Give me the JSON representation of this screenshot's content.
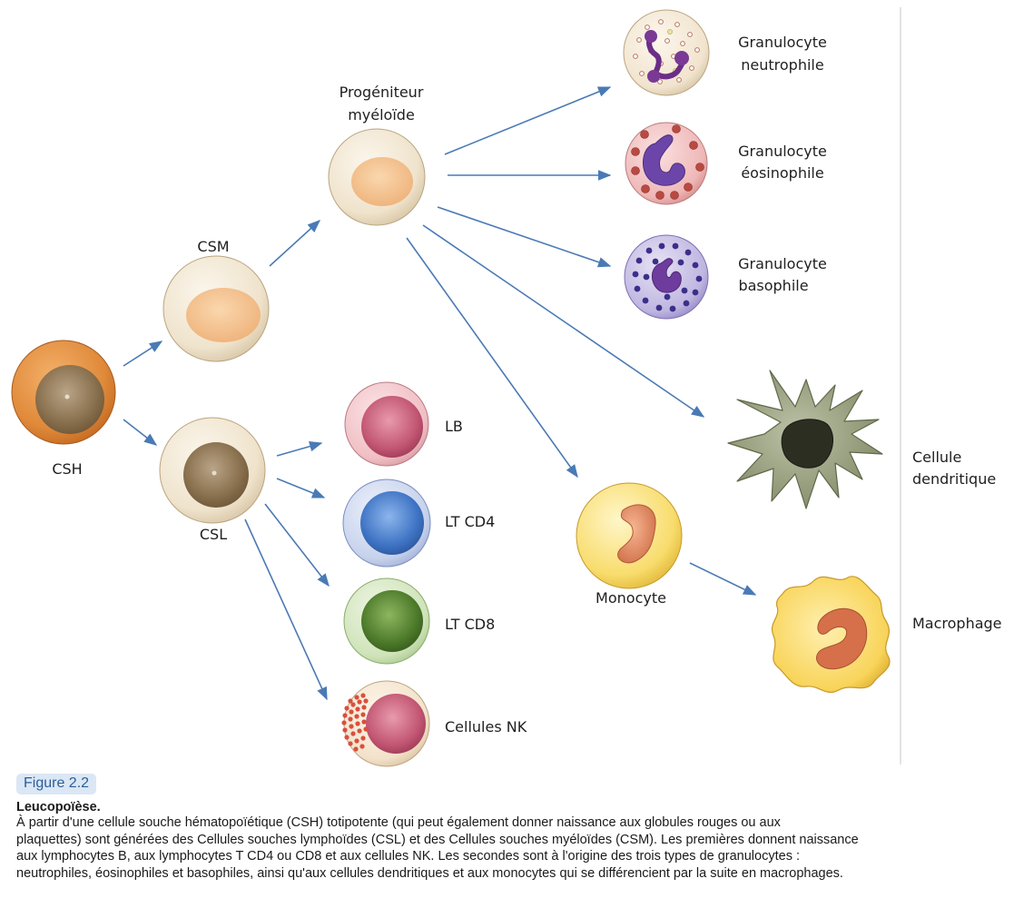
{
  "labels": {
    "csh": "CSH",
    "csm": "CSM",
    "csl": "CSL",
    "progenitor_line1": "Progéniteur",
    "progenitor_line2": "myéloïde",
    "neutro_line1": "Granulocyte",
    "neutro_line2": "neutrophile",
    "eosino_line1": "Granulocyte",
    "eosino_line2": "éosinophile",
    "baso_line1": "Granulocyte",
    "baso_line2": "basophile",
    "lb": "LB",
    "ltcd4": "LT CD4",
    "ltcd8": "LT CD8",
    "nk": "Cellules NK",
    "monocyte": "Monocyte",
    "dendritic_line1": "Cellule",
    "dendritic_line2": "dendritique",
    "macrophage": "Macrophage"
  },
  "caption": {
    "figure": "Figure 2.2",
    "title": "Leucopoïèse.",
    "line1": "À partir d'une cellule souche hématopoïétique (CSH) totipotente (qui peut également donner naissance aux globules rouges ou aux",
    "line2": "plaquettes) sont générées des Cellules souches lymphoïdes (CSL) et des Cellules souches myéloïdes (CSM). Les premières donnent naissance",
    "line3": "aux lymphocytes B, aux lymphocytes T CD4 ou CD8 et aux cellules NK. Les secondes sont à l'origine des trois types de granulocytes :",
    "line4": "neutrophiles, éosinophiles et basophiles, ainsi qu'aux cellules dendritiques et aux monocytes qui se différencient par la suite en macrophages."
  },
  "colors": {
    "arrow": "#4a7ab5",
    "badge_bg": "#dbe7f4",
    "badge_text": "#2b5f98"
  }
}
